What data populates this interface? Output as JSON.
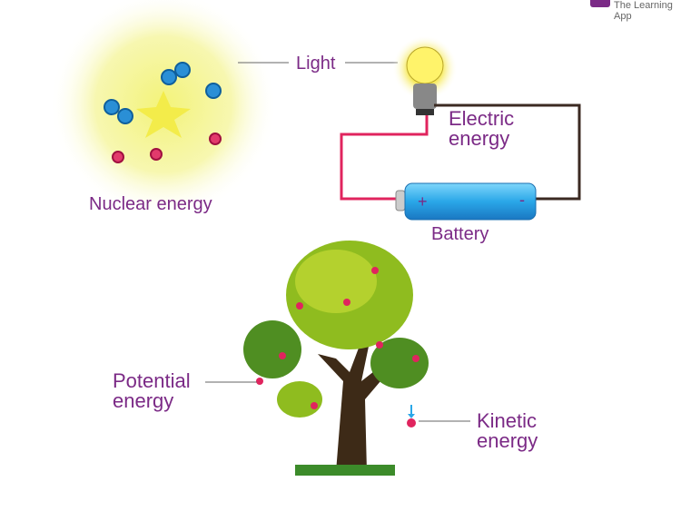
{
  "labels": {
    "light": "Light",
    "nuclear": "Nuclear energy",
    "electric": [
      "Electric",
      "energy"
    ],
    "battery": "Battery",
    "potential": [
      "Potential",
      "energy"
    ],
    "kinetic": [
      "Kinetic",
      "energy"
    ],
    "plus": "+",
    "minus": "-"
  },
  "watermark": "The Learning App",
  "colors": {
    "label": "#7b2a86",
    "wire_red": "#e0245e",
    "battery": "#2aa7e8",
    "leaf": "#8fbc1f",
    "trunk": "#3d2a17"
  }
}
